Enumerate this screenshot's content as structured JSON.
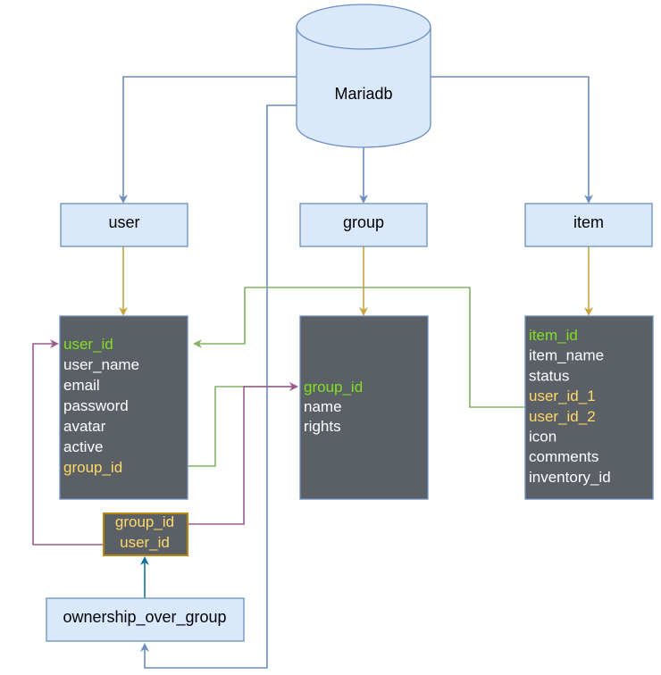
{
  "database": {
    "label": "Mariadb"
  },
  "tables": {
    "user": {
      "title": "user",
      "fields": [
        {
          "text": "user_id",
          "kind": "primary"
        },
        {
          "text": "user_name",
          "kind": "plain"
        },
        {
          "text": "email",
          "kind": "plain"
        },
        {
          "text": "password",
          "kind": "plain"
        },
        {
          "text": "avatar",
          "kind": "plain"
        },
        {
          "text": "active",
          "kind": "plain"
        },
        {
          "text": "group_id",
          "kind": "foreign"
        }
      ]
    },
    "group": {
      "title": "group",
      "fields": [
        {
          "text": "group_id",
          "kind": "primary"
        },
        {
          "text": "name",
          "kind": "plain"
        },
        {
          "text": "rights",
          "kind": "plain"
        }
      ]
    },
    "item": {
      "title": "item",
      "fields": [
        {
          "text": "item_id",
          "kind": "primary"
        },
        {
          "text": "item_name",
          "kind": "plain"
        },
        {
          "text": "status",
          "kind": "plain"
        },
        {
          "text": "user_id_1",
          "kind": "foreign"
        },
        {
          "text": "user_id_2",
          "kind": "foreign"
        },
        {
          "text": "icon",
          "kind": "plain"
        },
        {
          "text": "comments",
          "kind": "plain"
        },
        {
          "text": "inventory_id",
          "kind": "plain"
        }
      ]
    },
    "ownership_over_group": {
      "title": "ownership_over_group",
      "fields": [
        {
          "text": "group_id",
          "kind": "foreign"
        },
        {
          "text": "user_id",
          "kind": "foreign"
        }
      ]
    }
  },
  "colors": {
    "node_fill": "#dae8fc",
    "node_stroke": "#6c8ebf",
    "table_fill": "#5b5f66",
    "table_stroke": "#6c8ebf",
    "primary_key": "#80e020",
    "foreign_key": "#ffd966",
    "plain_field": "#ffffff",
    "link_tables": "#c8a43c",
    "link_green": "#82b366",
    "link_purple": "#9c5b8f",
    "link_teal": "#10739e",
    "junction_stroke": "#b8860b"
  }
}
